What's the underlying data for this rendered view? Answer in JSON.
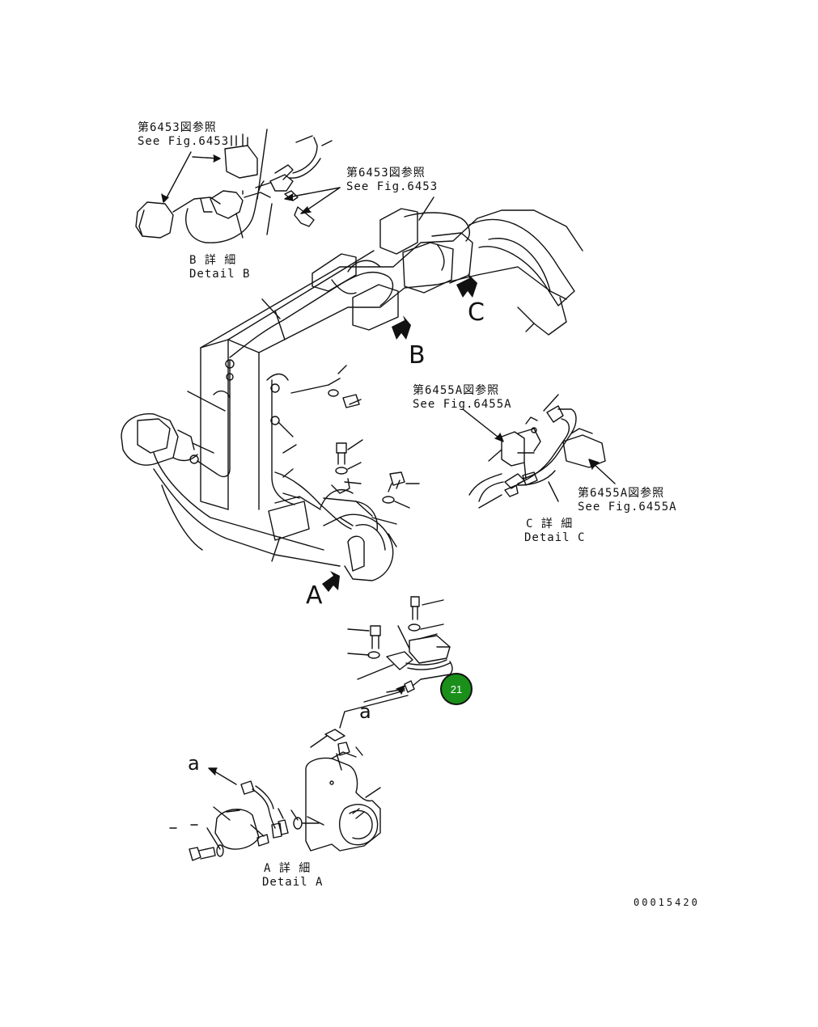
{
  "diagram": {
    "detail_b": {
      "ref1_jp": "第6453図参照",
      "ref1_en": "See Fig.6453",
      "ref2_jp": "第6453図参照",
      "ref2_en": "See Fig.6453",
      "title_jp": "B 詳 細",
      "title_en": "Detail B"
    },
    "detail_c": {
      "ref1_jp": "第6455A図参照",
      "ref1_en": "See Fig.6455A",
      "ref2_jp": "第6455A図参照",
      "ref2_en": "See Fig.6455A",
      "title_jp": "C 詳 細",
      "title_en": "Detail C"
    },
    "detail_a": {
      "title_jp": "A 詳 細",
      "title_en": "Detail A"
    },
    "view_letters": {
      "a": "A",
      "b": "B",
      "c": "C"
    },
    "connector_letters": {
      "a_upper": "a",
      "a_lower": "a"
    },
    "badge": {
      "label": "21",
      "color": "#1a8f1a"
    },
    "part_number": "00015420"
  }
}
